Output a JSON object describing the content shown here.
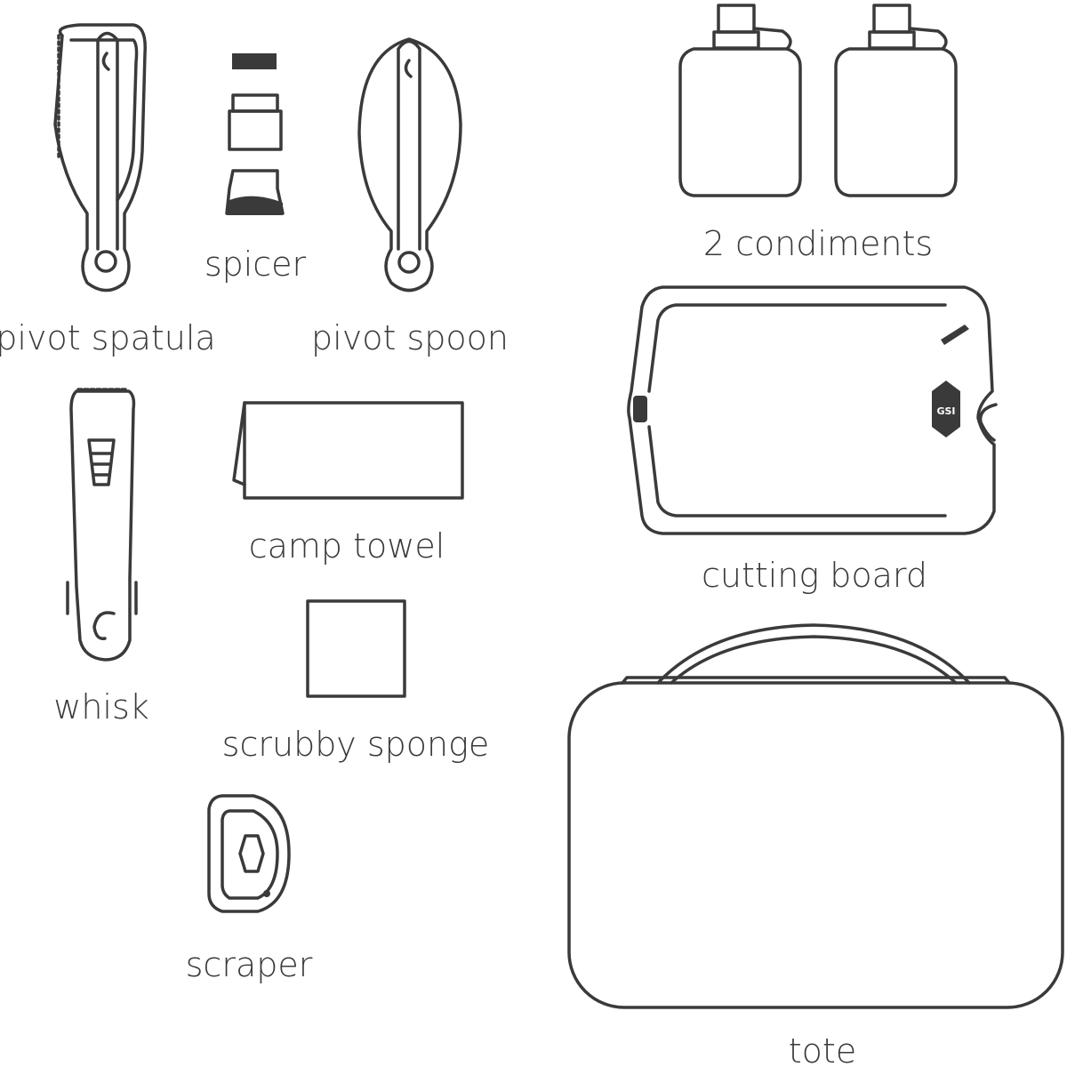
{
  "items": {
    "pivot_spatula": "pivot spatula",
    "spicer": "spicer",
    "pivot_spoon": "pivot spoon",
    "condiments": "2 condiments",
    "cutting_board": "cutting board",
    "whisk": "whisk",
    "camp_towel": "camp towel",
    "scrubby_sponge": "scrubby sponge",
    "scraper": "scraper",
    "tote": "tote"
  },
  "logo_text": "GSI",
  "colors": {
    "line": "#3a3a3a",
    "background": "#ffffff"
  }
}
